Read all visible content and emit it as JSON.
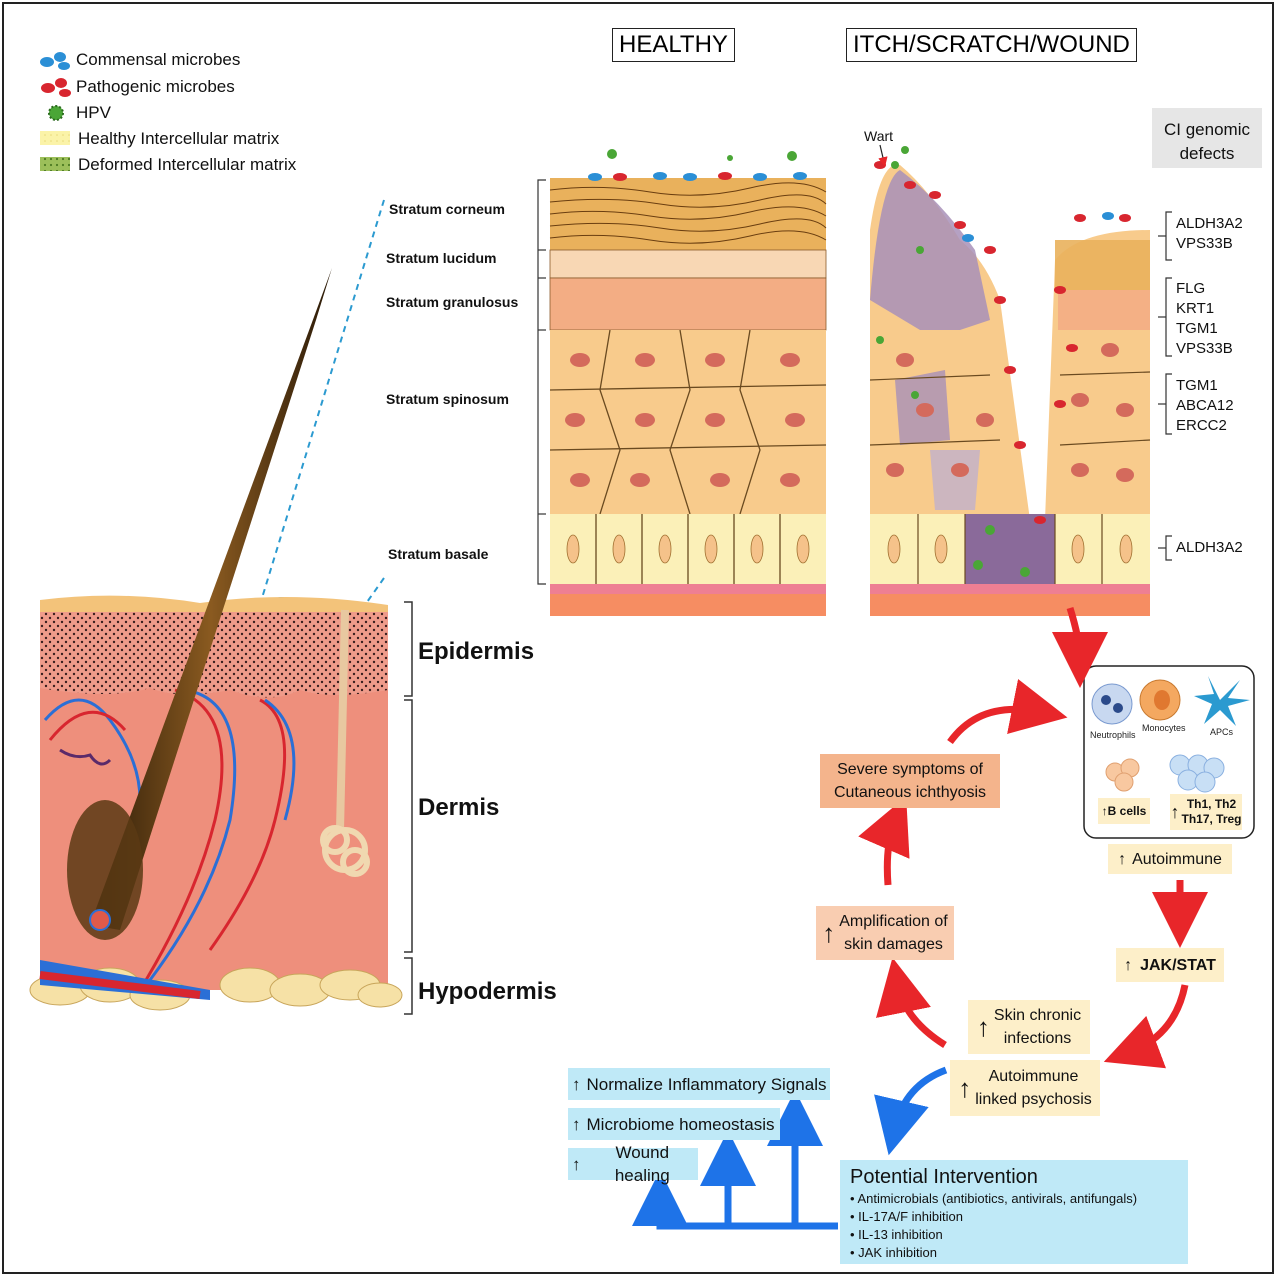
{
  "legend": {
    "commensal": "Commensal microbes",
    "pathogenic": "Pathogenic microbes",
    "hpv": "HPV",
    "healthy_matrix": "Healthy Intercellular matrix",
    "deformed_matrix": "Deformed Intercellular matrix"
  },
  "panels": {
    "healthy": "HEALTHY",
    "itch": "ITCH/SCRATCH/WOUND"
  },
  "wart": "Wart",
  "ci_defects": "CI genomic\ndefects",
  "layers": {
    "corneum": "Stratum corneum",
    "lucidum": "Stratum lucidum",
    "granulosus": "Stratum granulosus",
    "spinosum": "Stratum spinosum",
    "basale": "Stratum basale"
  },
  "skin_layers": {
    "epidermis": "Epidermis",
    "dermis": "Dermis",
    "hypodermis": "Hypodermis"
  },
  "genes": {
    "corneum": [
      "ALDH3A2",
      "VPS33B"
    ],
    "granulosus": [
      "FLG",
      "KRT1",
      "TGM1",
      "VPS33B"
    ],
    "spinosum": [
      "TGM1",
      "ABCA12",
      "ERCC2"
    ],
    "basale": [
      "ALDH3A2"
    ]
  },
  "immune": {
    "neutrophils": "Neutrophils",
    "monocytes": "Monocytes",
    "apcs": "APCs",
    "b_cells": "B cells",
    "t_cells_1": "Th1, Th2",
    "t_cells_2": "Th17, Treg"
  },
  "cycle": {
    "autoimmune": "Autoimmune",
    "jak_stat": "JAK/STAT",
    "chronic_infections": "Skin chronic\ninfections",
    "psychosis": "Autoimmune\nlinked psychosis",
    "amplification": "Amplification of\nskin damages",
    "severe": "Severe symptoms of\nCutaneous ichthyosis"
  },
  "outcomes": {
    "normalize": "Normalize Inflammatory Signals",
    "microbiome": "Microbiome homeostasis",
    "wound": "Wound healing"
  },
  "intervention": {
    "title": "Potential Intervention",
    "items": [
      "Antimicrobials (antibiotics, antivirals, antifungals)",
      "IL-17A/F inhibition",
      "IL-13 inhibition",
      "JAK inhibition"
    ]
  },
  "arrow_symbol": "↑",
  "colors": {
    "red_arrow": "#e8262a",
    "blue_arrow": "#1e73e8",
    "cream_box": "#fdefc9",
    "salmon_box": "#f4b48c",
    "blue_box": "#bfe9f7",
    "commensal": "#2b8fd6",
    "pathogenic": "#d8262f",
    "hpv": "#4aa636"
  }
}
